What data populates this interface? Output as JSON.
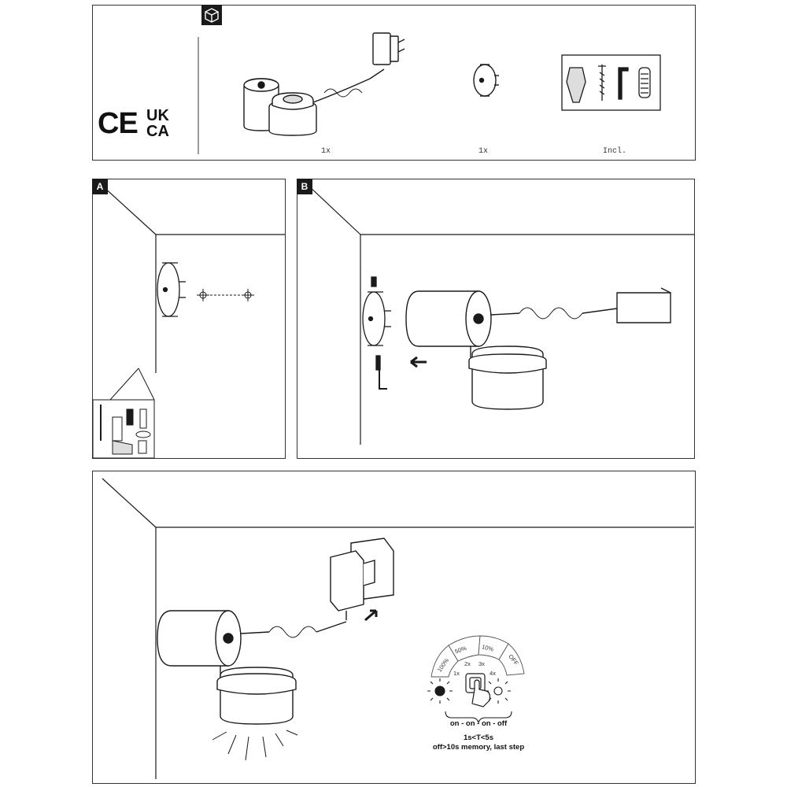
{
  "contents": {
    "cert": {
      "ce": "CE",
      "ukca_top": "UK",
      "ukca_bottom": "CA"
    },
    "quantities": {
      "lamp": "1x",
      "mount_plate": "1x",
      "hardware": "Incl."
    }
  },
  "steps": {
    "a": {
      "tag": "A"
    },
    "b": {
      "tag": "B"
    }
  },
  "control": {
    "levels": [
      "100%",
      "50%",
      "10%",
      "OFF"
    ],
    "presses": [
      "1x",
      "2x",
      "3x",
      "4x"
    ],
    "sequence": "on - on - on - off",
    "timing": "1s<T<5s",
    "memory": "off>10s memory, last step"
  },
  "colors": {
    "line": "#1a1a1a",
    "border": "#333333"
  }
}
